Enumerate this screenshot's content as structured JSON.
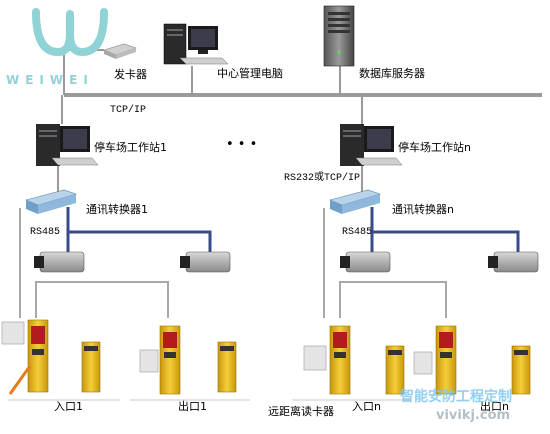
{
  "logo": {
    "text": "WEIWEI",
    "color": "#8fd3d6"
  },
  "labels": {
    "card_issuer": "发卡器",
    "central_pc": "中心管理电脑",
    "db_server": "数据库服务器",
    "tcpip": "TCP/IP",
    "station1": "停车场工作站1",
    "stationn": "停车场工作站n",
    "dots": "• • •",
    "rs232": "RS232或TCP/IP",
    "converter1": "通讯转换器1",
    "convertern": "通讯转换器n",
    "rs485_left": "RS485",
    "rs485_right": "RS485",
    "entrance1": "入口1",
    "exit1": "出口1",
    "remote_reader": "远距离读卡器",
    "entrancen": "入口n",
    "exitn": "出口n"
  },
  "watermark": {
    "line1": "智能安防工程定制",
    "line2": "vivikj.com",
    "color": "#7fc7f0"
  },
  "colors": {
    "bus": "#8a8a8a",
    "camera_link": "#3a4a8a",
    "gate_yellow": "#e8b81c",
    "barrier_orange": "#e87a1c",
    "converter_blue": "#7fb0d8"
  }
}
